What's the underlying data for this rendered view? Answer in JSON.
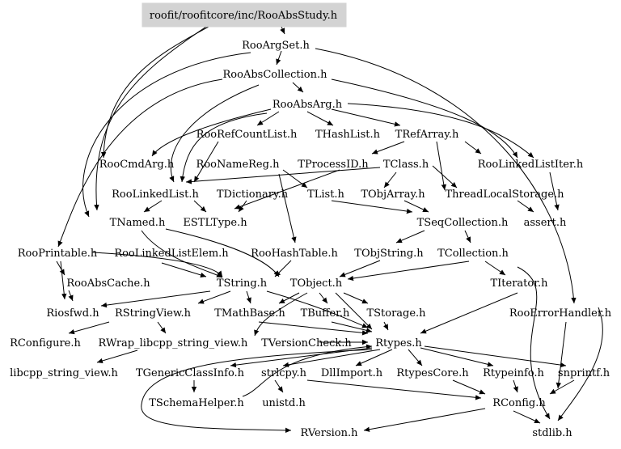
{
  "diagram": {
    "root": "roofit/roofitcore/inc/RooAbsStudy.h",
    "nodes": {
      "root": "roofit/roofitcore/inc/RooAbsStudy.h",
      "argset": "RooArgSet.h",
      "abscoll": "RooAbsCollection.h",
      "absarg": "RooAbsArg.h",
      "refcount": "RooRefCountList.h",
      "hashlist": "THashList.h",
      "refarray": "TRefArray.h",
      "cmdarg": "RooCmdArg.h",
      "namereg": "RooNameReg.h",
      "processid": "TProcessID.h",
      "tclass": "TClass.h",
      "llistiter": "RooLinkedListIter.h",
      "llist": "RooLinkedList.h",
      "tdict": "TDictionary.h",
      "tlist": "TList.h",
      "tobjarray": "TObjArray.h",
      "threadlocal": "ThreadLocalStorage.h",
      "tnamed": "TNamed.h",
      "estl": "ESTLType.h",
      "seqcoll": "TSeqCollection.h",
      "assert": "assert.h",
      "printable": "RooPrintable.h",
      "llistelem": "RooLinkedListElem.h",
      "hashtable": "RooHashTable.h",
      "tobjstring": "TObjString.h",
      "tcollection": "TCollection.h",
      "abscache": "RooAbsCache.h",
      "tstring": "TString.h",
      "tobject": "TObject.h",
      "titerator": "TIterator.h",
      "iosfwd": "Riosfwd.h",
      "stringview": "RStringView.h",
      "mathbase": "TMathBase.h",
      "tbuffer": "TBuffer.h",
      "tstorage": "TStorage.h",
      "errhandler": "RooErrorHandler.h",
      "rconfigure": "RConfigure.h",
      "rwrap": "RWrap_libcpp_string_view.h",
      "tversion": "TVersionCheck.h",
      "rtypes": "Rtypes.h",
      "libcpp": "libcpp_string_view.h",
      "tgeneric": "TGenericClassInfo.h",
      "strlcpy": "strlcpy.h",
      "dllimport": "DllImport.h",
      "rtypescore": "RtypesCore.h",
      "rtypeinfo": "Rtypeinfo.h",
      "snprintf": "snprintf.h",
      "tschema": "TSchemaHelper.h",
      "unistd": "unistd.h",
      "rconfig": "RConfig.h",
      "stdlib": "stdlib.h",
      "rversion": "RVersion.h"
    }
  }
}
